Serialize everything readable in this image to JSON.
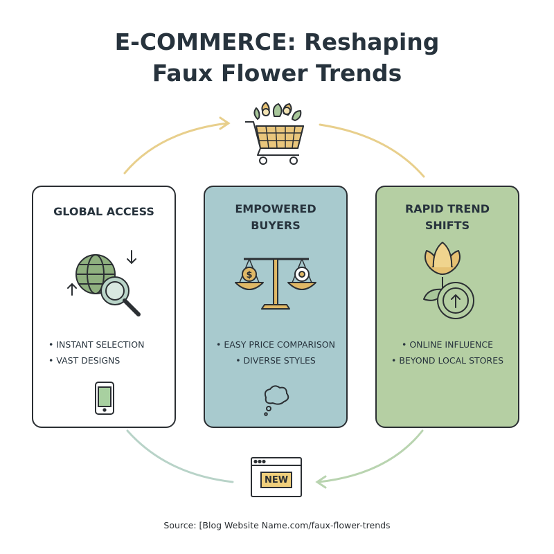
{
  "title": {
    "line1": "E-COMMERCE: Reshaping",
    "line2": "Faux Flower Trends"
  },
  "cards": [
    {
      "title": "GLOBAL ACCESS",
      "bullets": [
        "INSTANT SELECTION",
        "VAST DESIGNS"
      ],
      "icon": "globe-search-icon",
      "footer_icon": "smartphone-icon",
      "color": "#ffffff"
    },
    {
      "title": "EMPOWERED\nBUYERS",
      "bullets": [
        "EASY PRICE COMPARISON",
        "DIVERSE STYLES"
      ],
      "icon": "scale-icon",
      "footer_icon": "thought-bubble-icon",
      "color": "#a8cace"
    },
    {
      "title": "RAPID TREND\nSHIFTS",
      "bullets": [
        "ONLINE INFLUENCE",
        "BEYOND LOCAL STORES"
      ],
      "icon": "flower-trend-up-icon",
      "color": "#b5cfa3"
    }
  ],
  "top_icon": "flower-shopping-cart-icon",
  "bottom_icon": {
    "name": "browser-new-icon",
    "label": "NEW"
  },
  "colors": {
    "arrow_top": "#e8cf8c",
    "arrow_bottom_left": "#b8d3c8",
    "arrow_bottom_right": "#b9d4b0",
    "accent_gold": "#d9b25f",
    "accent_green": "#8fb07f"
  },
  "source": "Source: [Blog Website Name.com/faux-flower-trends"
}
